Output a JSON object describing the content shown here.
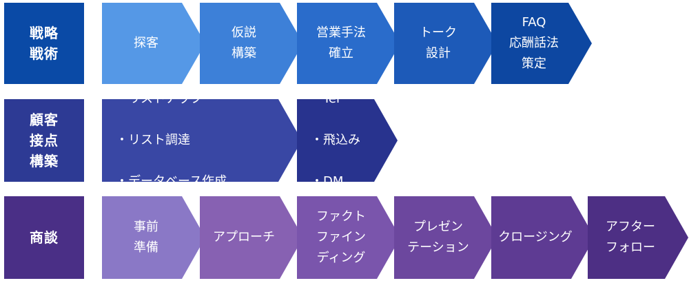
{
  "rows": [
    {
      "label": "戦略\n戦術",
      "label_color": "#0a4aa6",
      "steps": [
        {
          "text": "探客",
          "color": "#5598e6"
        },
        {
          "text": "仮説\n構築",
          "color": "#3d80d8"
        },
        {
          "text": "営業手法\n確立",
          "color": "#2a6ccb"
        },
        {
          "text": "トーク\n設計",
          "color": "#1d5ab8"
        },
        {
          "text": "FAQ\n応酬話法\n策定",
          "color": "#0d47a1"
        }
      ]
    },
    {
      "label": "顧客\n接点\n構築",
      "label_color": "#2d3a94",
      "steps": [
        {
          "items": [
            "・リストアップ",
            "・リスト調達",
            "・データベース作成"
          ],
          "color": "#3947a4"
        },
        {
          "items": [
            "・Tel",
            "・飛込み",
            "・DM"
          ],
          "color": "#28338e"
        }
      ]
    },
    {
      "label": "商談",
      "label_color": "#4a2f86",
      "steps": [
        {
          "text": "事前\n準備",
          "color": "#8a78c6"
        },
        {
          "text": "アプローチ",
          "color": "#8761b2"
        },
        {
          "text": "ファクト\nファイン\nディング",
          "color": "#7a55ac"
        },
        {
          "text": "プレゼン\nテーション",
          "color": "#6c479e"
        },
        {
          "text": "クロージング",
          "color": "#5e3b93"
        },
        {
          "text": "アフター\nフォロー",
          "color": "#4d2f84"
        }
      ]
    }
  ]
}
